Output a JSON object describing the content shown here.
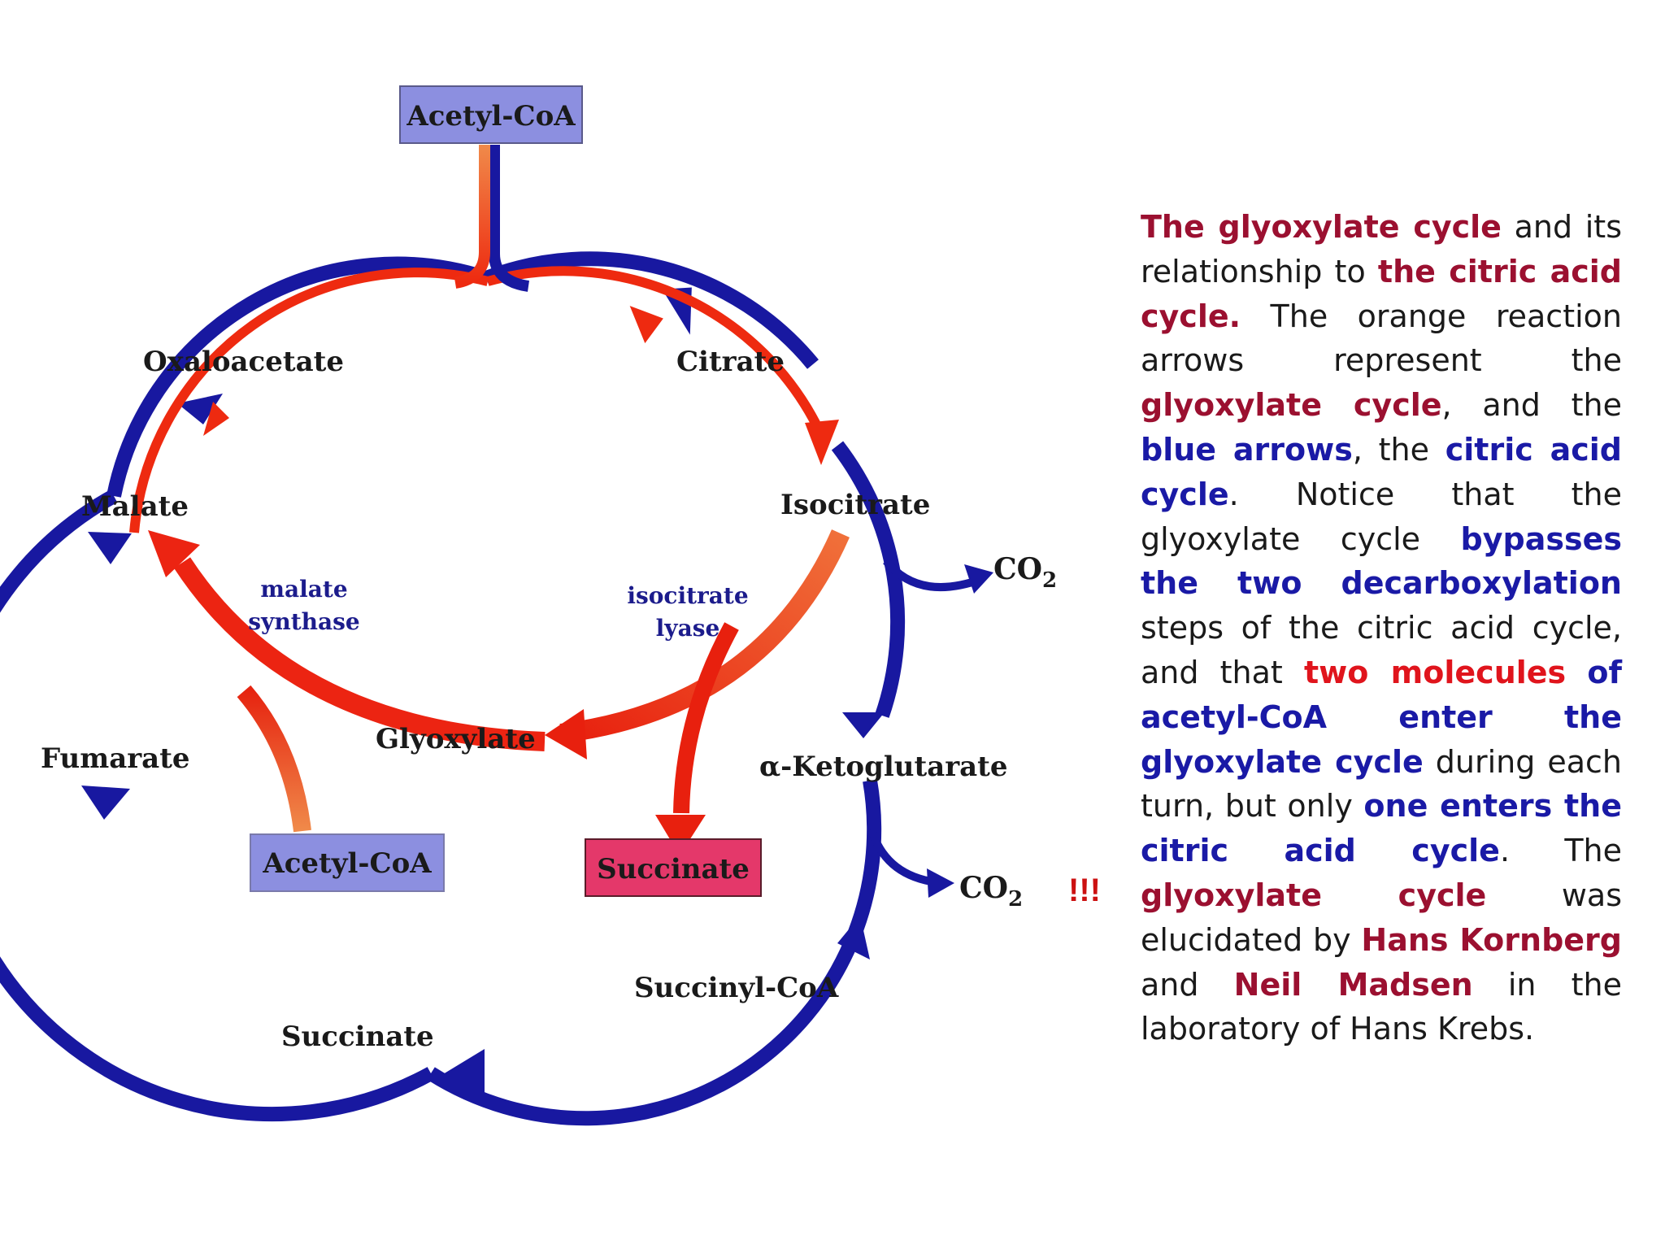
{
  "diagram": {
    "acetyl_coa_top": "Acetyl-CoA",
    "acetyl_coa_bottom": "Acetyl-CoA",
    "succinate_box": "Succinate",
    "citrate": "Citrate",
    "isocitrate": "Isocitrate",
    "co2_1": "CO",
    "co2_1_sub": "2",
    "ketoglutarate": "α-Ketoglutarate",
    "co2_2": "CO",
    "co2_2_sub": "2",
    "exclaim": "!!!",
    "succinyl_coa": "Succinyl-CoA",
    "succinate_cycle": "Succinate",
    "fumarate": "Fumarate",
    "malate": "Malate",
    "oxaloacetate": "Oxaloacetate",
    "glyoxylate": "Glyoxylate",
    "malate_synthase_1": "malate",
    "malate_synthase_2": "synthase",
    "isocitrate_lyase_1": "isocitrate",
    "isocitrate_lyase_2": "lyase"
  },
  "caption": {
    "s01": "The glyoxylate cycle",
    "s02": " and its relationship to ",
    "s03": "the citric acid cycle.",
    "s04": " The orange reaction arrows represent the ",
    "s05": "glyoxylate cycle",
    "s06": ", and the ",
    "s07": "blue arrows",
    "s08": ", the ",
    "s09": "citric acid cycle",
    "s10": ". Notice that the glyoxylate cycle ",
    "s11": "bypasses the two decarboxylation",
    "s12": " steps of the citric acid cycle, and that ",
    "s13": "two molecules",
    "s14": " ",
    "s15": "of acetyl-CoA enter the glyoxylate cycle",
    "s16": " during each turn, but only ",
    "s17": "one enters the citric acid cycle",
    "s18": ". The ",
    "s19": "glyoxylate cycle",
    "s20": " was elucidated by ",
    "s21": "Hans Kornberg",
    "s22": " and ",
    "s23": "Neil Madsen",
    "s24": " in the laboratory of Hans Krebs."
  },
  "colors": {
    "citric_acid_cycle_arrow": "#1818a0",
    "glyoxylate_cycle_arrow": "#ee2a10",
    "acetyl_coa_box": "#8c8fe0",
    "succinate_box": "#e4386a",
    "caption_maroon": "#9b1030",
    "caption_blue": "#1a1aa6",
    "caption_red": "#e0141c"
  }
}
